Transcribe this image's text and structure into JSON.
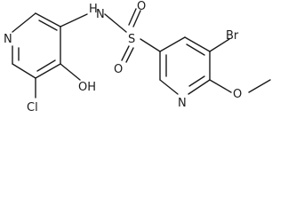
{
  "atoms": {
    "n_pyridine_left": "N",
    "nh": "H",
    "nh_n": "N",
    "sulfur": "S",
    "oxygen_top": "O",
    "oxygen_bottom": "O",
    "hydroxyl": "OH",
    "chlorine": "Cl",
    "bromine": "Br",
    "n_pyridine_right": "N",
    "methoxy_o": "O"
  }
}
